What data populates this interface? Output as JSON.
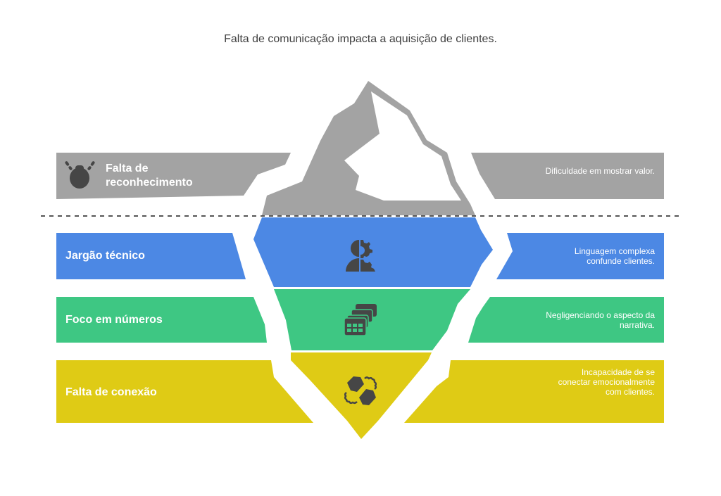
{
  "title": "Falta de comunicação impacta a aquisição de clientes.",
  "colors": {
    "gray": "#a3a3a3",
    "blue": "#4c88e4",
    "green": "#3ec783",
    "yellow": "#dfcb15",
    "icon": "#464646",
    "dash": "#555555"
  },
  "layers": [
    {
      "label": "Falta de reconhecimento",
      "label_lines": [
        "Falta de",
        "reconhecimento"
      ],
      "description": "Dificuldade em mostrar valor.",
      "icon": "head-alert-icon",
      "color": "gray"
    },
    {
      "label": "Jargão técnico",
      "description": "Linguagem complexa confunde clientes.",
      "icon": "person-gear-icon",
      "color": "blue"
    },
    {
      "label": "Foco em números",
      "description": "Negligenciando o aspecto da narrativa.",
      "icon": "spreadsheets-stack-icon",
      "color": "green"
    },
    {
      "label": "Falta de conexão",
      "description": "Incapacidade de se conectar emocionalmente com clientes.",
      "icon": "broken-connection-icon",
      "color": "yellow"
    }
  ]
}
